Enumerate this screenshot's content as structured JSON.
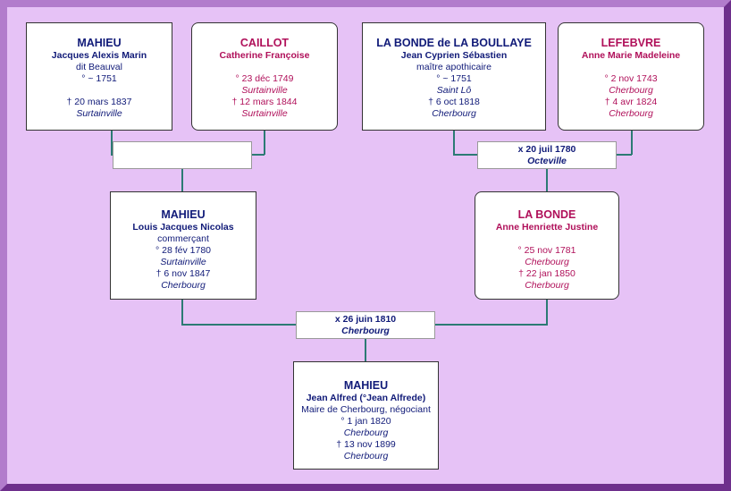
{
  "persons": {
    "p1": {
      "surname": "MAHIEU",
      "given": "Jacques Alexis Marin",
      "nickname": "dit Beauval",
      "birth": "° ~ 1751",
      "death": "† 20 mars 1837",
      "death_place": "Surtainville"
    },
    "p2": {
      "surname": "CAILLOT",
      "given": "Catherine Françoise",
      "birth": "° 23 déc 1749",
      "birth_place": "Surtainville",
      "death": "† 12 mars 1844",
      "death_place": "Surtainville"
    },
    "p3": {
      "surname": "LA BONDE de LA BOULLAYE",
      "given": "Jean Cyprien Sébastien",
      "occupation": "maître apothicaire",
      "birth": "° ~ 1751",
      "birth_place": "Saint Lô",
      "death": "† 6 oct 1818",
      "death_place": "Cherbourg"
    },
    "p4": {
      "surname": "LEFEBVRE",
      "given": "Anne Marie Madeleine",
      "birth": "° 2 nov 1743",
      "birth_place": "Cherbourg",
      "death": "† 4 avr 1824",
      "death_place": "Cherbourg"
    },
    "p5": {
      "surname": "MAHIEU",
      "given": "Louis Jacques Nicolas",
      "occupation": "commerçant",
      "birth": "° 28 fév 1780",
      "birth_place": "Surtainville",
      "death": "† 6 nov 1847",
      "death_place": "Cherbourg"
    },
    "p6": {
      "surname": "LA BONDE",
      "given": "Anne Henriette Justine",
      "birth": "° 25 nov 1781",
      "birth_place": "Cherbourg",
      "death": "† 22 jan 1850",
      "death_place": "Cherbourg"
    },
    "p7": {
      "surname": "MAHIEU",
      "given": "Jean Alfred (°Jean Alfrede)",
      "occupation": "Maire de Cherbourg, négociant",
      "birth": "° 1 jan 1820",
      "birth_place": "Cherbourg",
      "death": "† 13 nov 1899",
      "death_place": "Cherbourg"
    }
  },
  "marriages": {
    "m2": {
      "date": "x 20 juil 1780",
      "place": "Octeville"
    },
    "m3": {
      "date": "x 26 juin 1810",
      "place": "Cherbourg"
    }
  },
  "colors": {
    "frame": "#8a44a8",
    "background": "#e6c2f6",
    "connector": "#2c7a74",
    "male": "#101a78",
    "female": "#b0105a"
  }
}
